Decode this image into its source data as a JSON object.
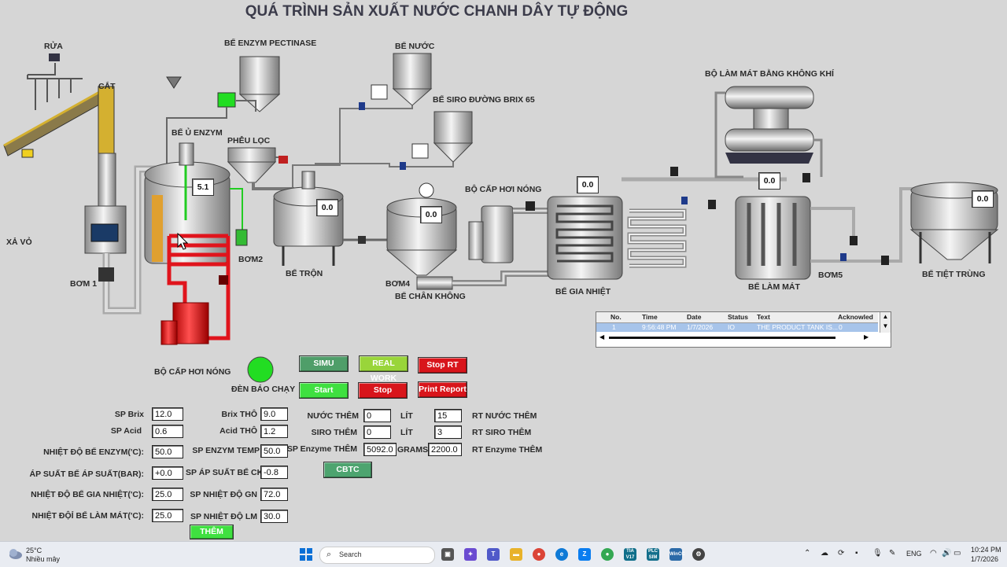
{
  "title": "QUÁ TRÌNH SẢN XUẤT NƯỚC CHANH DÂY TỰ ĐỘNG",
  "equipment": {
    "rua": "RỬA",
    "cat": "CẮT",
    "xa_vo": "XẢ VỎ",
    "bom1": "BƠM 1",
    "be_enzym_pectinase": "BỂ ENZYM PECTINASE",
    "be_u_enzym": "BỂ Ủ ENZYM",
    "pheu_loc": "PHỄU LỌC",
    "bom2": "BƠM2",
    "bo_cap_hoi_nong_1": "BỘ CẤP HƠI NÓNG",
    "be_nuoc": "BỂ NƯỚC",
    "be_siro": "BỂ SIRO ĐƯỜNG BRIX 65",
    "be_tron": "BỂ TRỘN",
    "bom4": "BƠM4",
    "be_chan_khong": "BỂ CHÂN KHÔNG",
    "bo_cap_hoi_nong_2": "BỘ CẤP HƠI NÓNG",
    "be_gia_nhiet": "BỂ GIA NHIỆT",
    "bo_lam_mat": "BỘ LÀM MÁT BẰNG KHÔNG KHÍ",
    "be_lam_mat": "BỂ LÀM MÁT",
    "bom5": "BƠM5",
    "be_tiet_trung": "BỂ TIỆT TRÙNG",
    "den_bao_chay": "ĐÈN BÁO CHẠY"
  },
  "displays": {
    "u_enzym": "5.1",
    "tron": "0.0",
    "chan_khong": "0.0",
    "gia_nhiet": "0.0",
    "lam_mat": "0.0",
    "tiet_trung": "0.0"
  },
  "buttons": {
    "simu": "SIMU",
    "real_work": "REAL WORK",
    "stop_rt": "Stop RT",
    "start": "Start",
    "stop": "Stop",
    "print_report": "Print Report",
    "cbtc": "CBTC",
    "them": "THÊM"
  },
  "params": {
    "sp_brix": {
      "label": "SP Brix",
      "value": "12.0"
    },
    "sp_acid": {
      "label": "SP Acid",
      "value": "0.6"
    },
    "nhiet_do_enzym": {
      "label": "NHIỆT ĐỘ BỂ ENZYM('C):",
      "value": "50.0"
    },
    "ap_suat": {
      "label": "ÁP SUẤT BỂ ÁP SUẤT(BAR):",
      "value": "+0.0"
    },
    "nhiet_do_gia_nhiet": {
      "label": "NHIỆT ĐỘ BỂ GIA NHIỆT('C):",
      "value": "25.0"
    },
    "nhiet_do_lam_mat": {
      "label": "NHIỆT ĐỘỈ BỂ LÀM MÁT('C):",
      "value": "25.0"
    },
    "brix_tho": {
      "label": "Brix THÔ",
      "value": "9.0"
    },
    "acid_tho": {
      "label": "Acid THÔ",
      "value": "1.2"
    },
    "sp_enzym_temp": {
      "label": "SP ENZYM TEMP",
      "value": "50.0"
    },
    "sp_ap_suat": {
      "label": "SP ÁP SUẤT BỂ CK",
      "value": "-0.8"
    },
    "sp_nhiet_do_gn": {
      "label": "SP NHIỆT ĐỘ GN",
      "value": "72.0"
    },
    "sp_nhiet_do_lm": {
      "label": "SP NHIỆT ĐỘ LM",
      "value": "30.0"
    },
    "nuoc_them": {
      "label": "NƯỚC THÊM",
      "value": "0",
      "unit": "LÍT"
    },
    "siro_them": {
      "label": "SIRO THÊM",
      "value": "0",
      "unit": "LÍT"
    },
    "sp_enzyme_them": {
      "label": "SP Enzyme THÊM",
      "value": "5092.0",
      "unit": "GRAMS"
    },
    "rt_nuoc_them": {
      "label": "RT NƯỚC THÊM",
      "value": "15"
    },
    "rt_siro_them": {
      "label": "RT SIRO THÊM",
      "value": "3"
    },
    "rt_enzyme_them": {
      "label": "RT Enzyme THÊM",
      "value": "2200.0"
    }
  },
  "alarm_table": {
    "headers": [
      "No.",
      "Time",
      "Date",
      "Status",
      "Text",
      "Acknowled"
    ],
    "rows": [
      [
        "1",
        "9:56:48 PM",
        "1/7/2026",
        "IO",
        "THE PRODUCT TANK IS...",
        "0"
      ]
    ]
  },
  "taskbar": {
    "weather_temp": "25°C",
    "weather_desc": "Nhiều mây",
    "search": "Search",
    "lang": "ENG",
    "time": "10:24 PM",
    "date": "1/7/2026",
    "app_tia": "TIA V17",
    "app_plc": "PLC SIM",
    "app_wincc": "WinCC"
  },
  "colors": {
    "background": "#d6d6d6",
    "steam_red": "#e0141c",
    "run_light": "#22cc22",
    "tank_metal": "#c8c8c8"
  }
}
